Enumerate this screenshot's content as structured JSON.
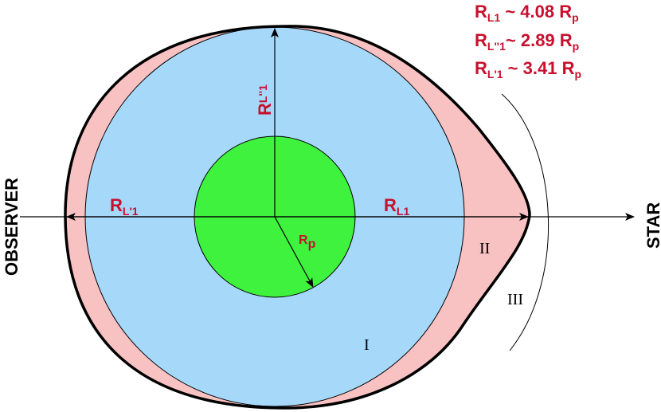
{
  "labels": {
    "observer": "OBSERVER",
    "star": "STAR",
    "r_main": "R",
    "sub_L1": "L1",
    "sub_Lpp1": "L''1",
    "sub_Lp1": "L'1",
    "sub_p": "p",
    "region_1": "I",
    "region_2": "II",
    "region_3": "III"
  },
  "legend": {
    "line1": {
      "lead": "R",
      "sub": "L1",
      "value": " ~ 4.08 R",
      "tail_sub": "p"
    },
    "line2": {
      "lead": "R",
      "sub": "L''1",
      "value": "~ 2.89 R",
      "tail_sub": "p"
    },
    "line3": {
      "lead": "R",
      "sub": "L'1",
      "value": " ~ 3.41 R",
      "tail_sub": "p"
    }
  },
  "colors": {
    "roche_lobe": "#f9c2c2",
    "atmosphere": "#a6d8fa",
    "planet": "#3ef23e",
    "label": "#c8102e"
  }
}
